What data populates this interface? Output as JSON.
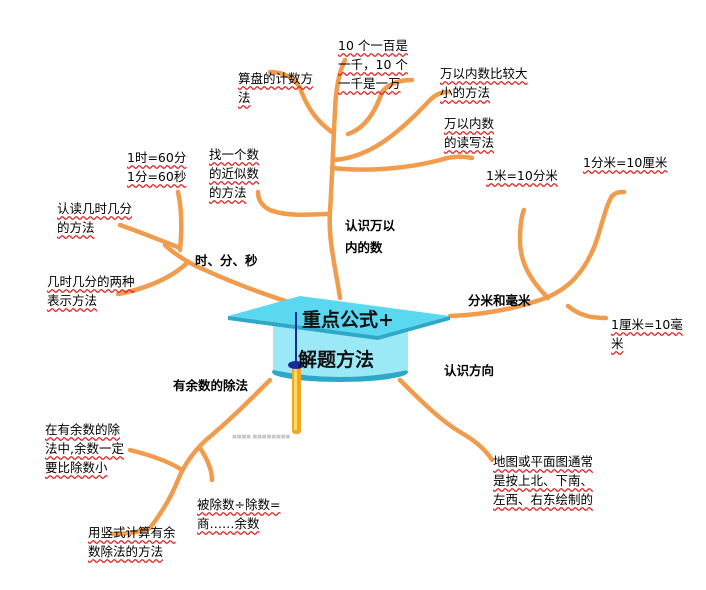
{
  "center": {
    "line1": "重点公式+",
    "line2": "解题方法",
    "watermark": "■■■■ ■■■■■■■■"
  },
  "branches": {
    "wan": "认识万以内的数",
    "time": "时、分、秒",
    "length": "分米和毫米",
    "direction": "认识方向",
    "division": "有余数的除法"
  },
  "leaves": {
    "abacus": "算盘的计数方法",
    "ten_hundreds": "10 个一百是一千，10 个一千是一万",
    "compare": "万以内数比较大小的方法",
    "read_write": "万以内数的读写法",
    "approx": "找一个数的近似数的方法",
    "hour_min": "1时=60分 1分=60秒",
    "read_time": "认读几时几分的方法",
    "two_ways": "几时几分的两种表示方法",
    "m_dm": "1米=10分米",
    "dm_cm": "1分米=10厘米",
    "cm_mm": "1厘米=10毫米",
    "map": "地图或平面图通常是按上北、下南、左西、右东绘制的",
    "remainder": "在有余数的除法中,余数一定要比除数小",
    "formula": "被除数÷除数=商……余数",
    "vertical": "用竖式计算有余数除法的方法"
  },
  "colors": {
    "branch": "#f09c4c",
    "cap": "#5ad8f0",
    "cap_dark": "#2fa8c8",
    "tassel": "#f2a81e",
    "underline": "#e02020"
  }
}
